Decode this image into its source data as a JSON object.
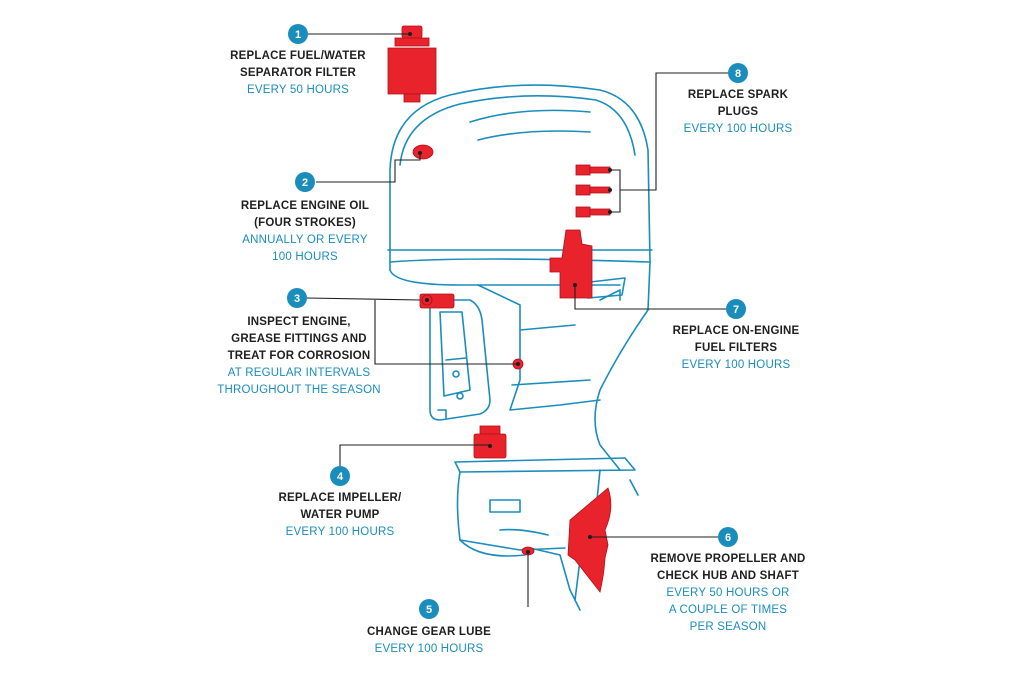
{
  "colors": {
    "accent": "#1a8dbd",
    "part": "#e8232c",
    "text": "#1f1f1f"
  },
  "items": [
    {
      "num": "1",
      "title": [
        "REPLACE FUEL/WATER",
        "SEPARATOR FILTER"
      ],
      "interval": [
        "EVERY 50 HOURS"
      ]
    },
    {
      "num": "2",
      "title": [
        "REPLACE ENGINE OIL",
        "(FOUR STROKES)"
      ],
      "interval": [
        "ANNUALLY OR EVERY",
        "100 HOURS"
      ]
    },
    {
      "num": "3",
      "title": [
        "INSPECT ENGINE,",
        "GREASE FITTINGS AND",
        "TREAT FOR CORROSION"
      ],
      "interval": [
        "AT REGULAR INTERVALS",
        "THROUGHOUT THE SEASON"
      ]
    },
    {
      "num": "4",
      "title": [
        "REPLACE IMPELLER/",
        "WATER PUMP"
      ],
      "interval": [
        "EVERY 100 HOURS"
      ]
    },
    {
      "num": "5",
      "title": [
        "CHANGE GEAR LUBE"
      ],
      "interval": [
        "EVERY 100 HOURS"
      ]
    },
    {
      "num": "6",
      "title": [
        "REMOVE PROPELLER AND",
        "CHECK HUB AND SHAFT"
      ],
      "interval": [
        "EVERY 50 HOURS OR",
        "A COUPLE OF TIMES",
        "PER SEASON"
      ]
    },
    {
      "num": "7",
      "title": [
        "REPLACE ON-ENGINE",
        "FUEL FILTERS"
      ],
      "interval": [
        "EVERY 100 HOURS"
      ]
    },
    {
      "num": "8",
      "title": [
        "REPLACE SPARK",
        "PLUGS"
      ],
      "interval": [
        "EVERY 100 HOURS"
      ]
    }
  ]
}
